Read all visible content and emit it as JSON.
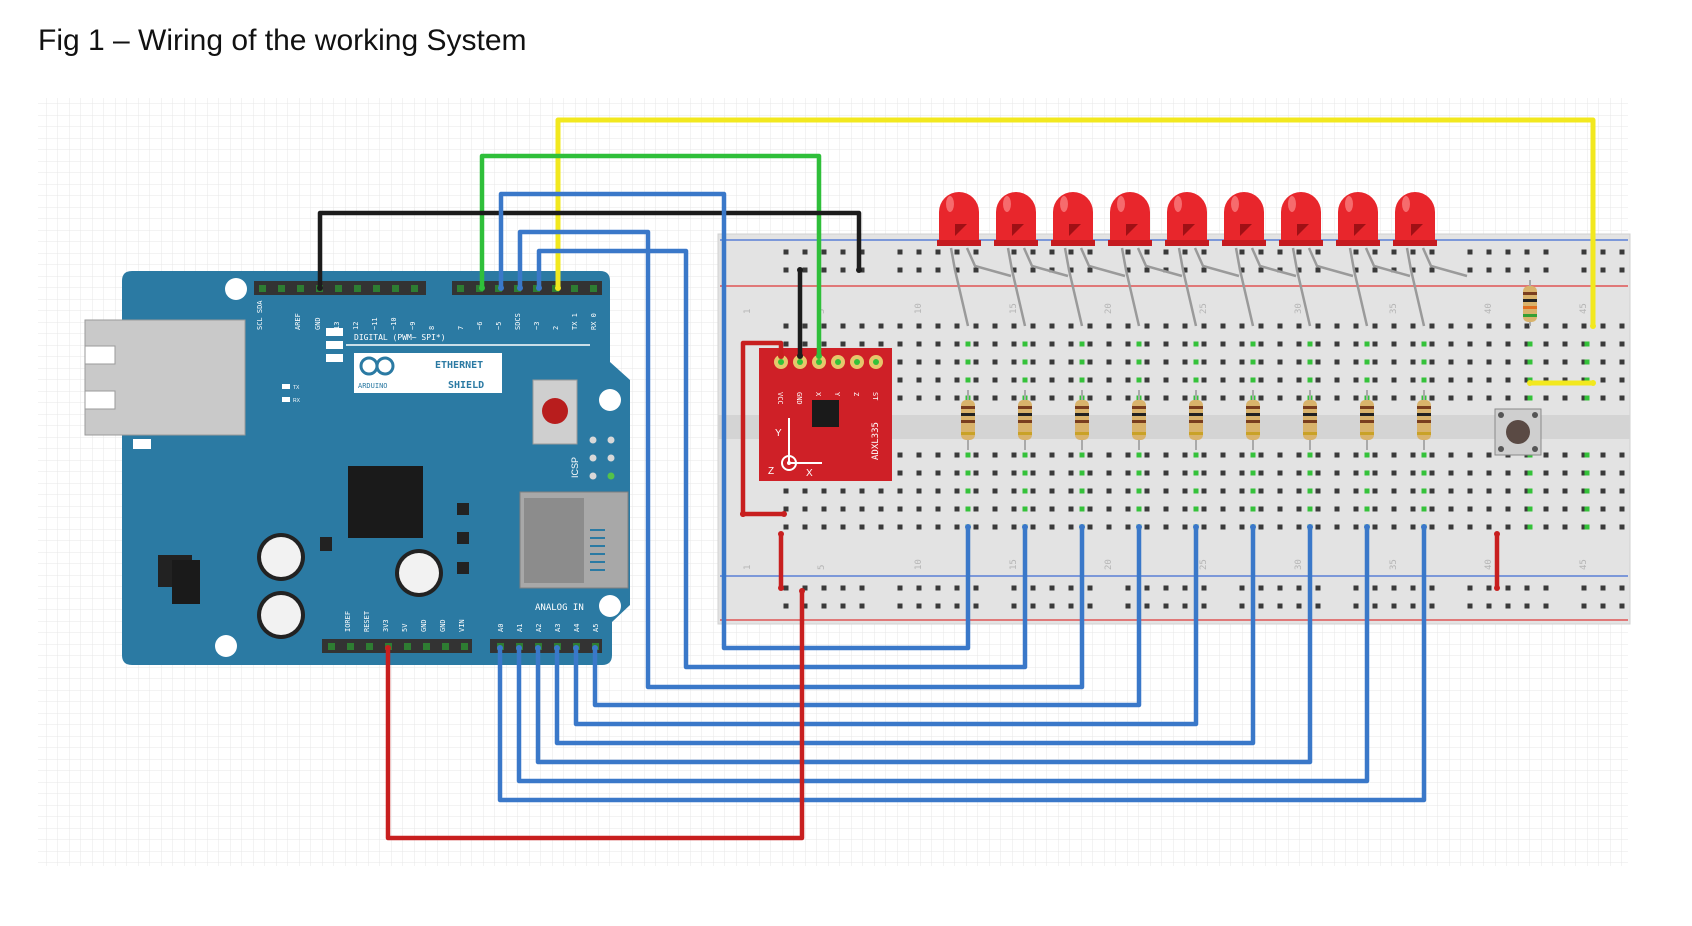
{
  "caption": "Fig 1 – Wiring of the working System",
  "arduino": {
    "header_labels": [
      "SCL SDA",
      "AREF",
      "GND",
      "13",
      "12",
      "~11",
      "~10",
      "~9",
      "8",
      "7",
      "~6",
      "~5",
      "SDCS",
      "~3",
      "2",
      "TX 1",
      "RX 0"
    ],
    "digital_label": "DIGITAL (PWM~ SPI*)",
    "brand": "ARDUINO",
    "ethernet": "ETHERNET",
    "shield": "SHIELD",
    "tx": "TX",
    "rx": "RX",
    "icsp": "ICSP",
    "analog_label": "ANALOG IN",
    "power_labels": [
      "IOREF",
      "RESET",
      "3V3",
      "5V",
      "GND",
      "GND",
      "VIN"
    ],
    "analog_pins": [
      "A0",
      "A1",
      "A2",
      "A3",
      "A4",
      "A5"
    ]
  },
  "sensor": {
    "name": "ADXL335",
    "pins": [
      "VCC",
      "GND",
      "X",
      "Y",
      "Z",
      "ST"
    ],
    "axis_x": "X",
    "axis_y": "Y",
    "axis_z": "Z"
  },
  "breadboard": {
    "column_numbers": [
      "1",
      "5",
      "10",
      "15",
      "20",
      "25",
      "30",
      "35",
      "40",
      "45"
    ]
  },
  "colors": {
    "board": "#2b7aa3",
    "led": "#e8262c",
    "sensor_board": "#cf2027",
    "wire_blue": "#3a78c9",
    "wire_red": "#c81f1f",
    "wire_green": "#2fbf3a",
    "wire_yellow": "#f2e81e",
    "wire_black": "#1c1c1c",
    "breadboard": "#e4e4e4"
  }
}
